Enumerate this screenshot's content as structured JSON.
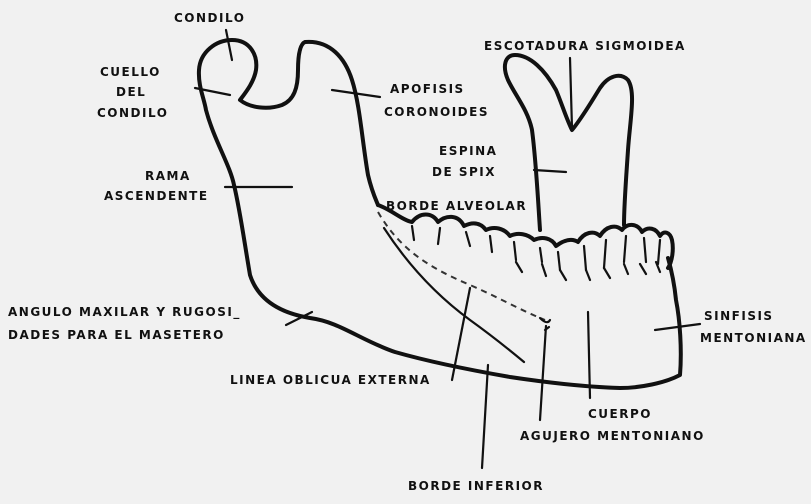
{
  "labels": {
    "condilo": "CONDILO",
    "cuello_1": "CUELLO",
    "cuello_2": "DEL",
    "cuello_3": "CONDILO",
    "apofisis_1": "APOFISIS",
    "apofisis_2": "CORONOIDES",
    "escotadura": "ESCOTADURA SIGMOIDEA",
    "espina_1": "ESPINA",
    "espina_2": "DE SPIX",
    "rama_1": "RAMA",
    "rama_2": "ASCENDENTE",
    "borde_alveolar": "BORDE ALVEOLAR",
    "angulo_1": "ANGULO MAXILAR Y RUGOSI_",
    "angulo_2": "DADES PARA EL MASETERO",
    "sinfisis_1": "SINFISIS",
    "sinfisis_2": "MENTONIANA",
    "linea_oblicua": "LINEA OBLICUA EXTERNA",
    "cuerpo": "CUERPO",
    "agujero": "AGUJERO MENTONIANO",
    "borde_inferior": "BORDE INFERIOR"
  },
  "colors": {
    "ink": "#111111",
    "background": "#f1f1f1"
  }
}
